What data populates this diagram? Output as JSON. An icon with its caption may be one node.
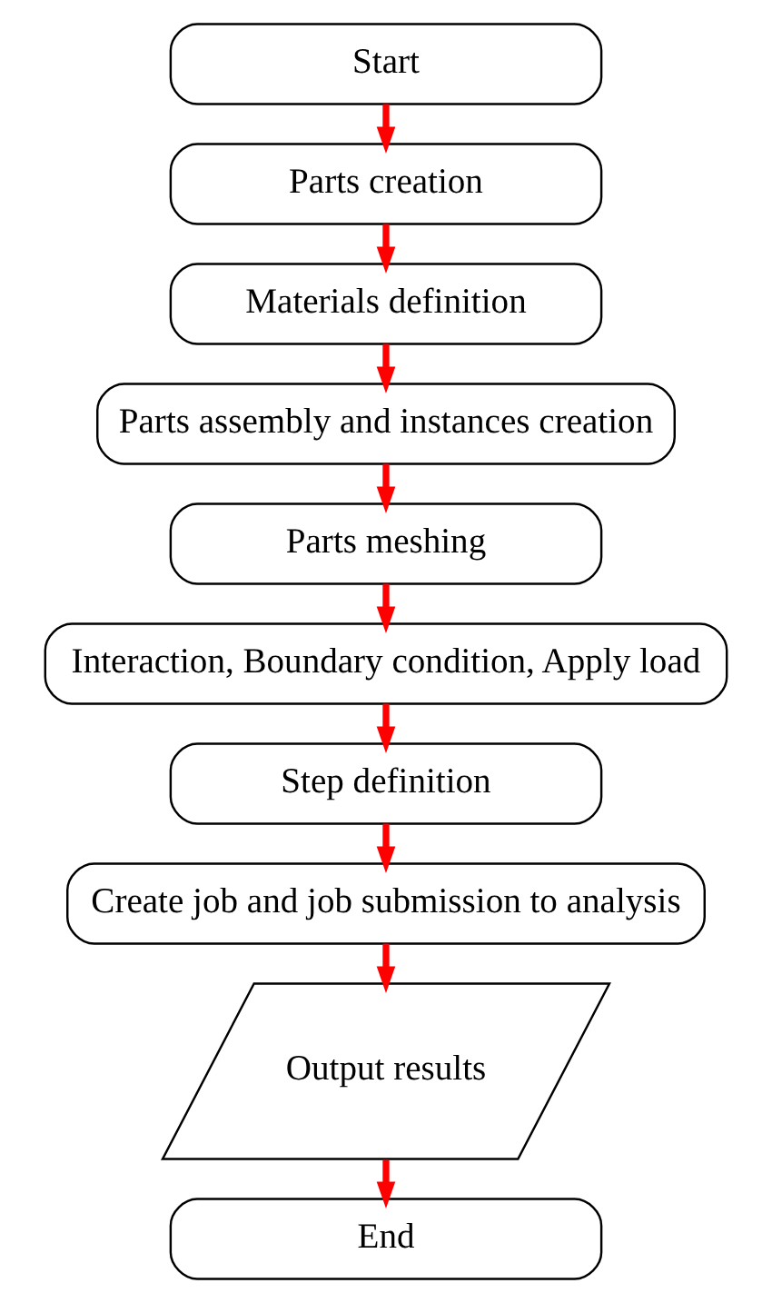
{
  "diagram": {
    "nodes": [
      {
        "text": [
          "Start"
        ]
      },
      {
        "text": [
          "Parts creation"
        ]
      },
      {
        "text": [
          "Materials definition"
        ]
      },
      {
        "text": [
          "Parts assembly and instances creation"
        ]
      },
      {
        "text": [
          "Parts meshing"
        ]
      },
      {
        "text": [
          "Interaction, Boundary condition, Apply load"
        ]
      },
      {
        "text": [
          "Step definition"
        ]
      },
      {
        "text": [
          "Create job and job submission to analysis"
        ]
      },
      {
        "text": [
          "Output results"
        ]
      },
      {
        "text": [
          "End"
        ]
      }
    ],
    "edges": [
      {
        "from": 0,
        "to": 1,
        "arrow": "to"
      },
      {
        "from": 1,
        "to": 2,
        "arrow": "to"
      },
      {
        "from": 2,
        "to": 3,
        "arrow": "to"
      },
      {
        "from": 3,
        "to": 4,
        "arrow": "to"
      },
      {
        "from": 4,
        "to": 5,
        "arrow": "to"
      },
      {
        "from": 5,
        "to": 6,
        "arrow": "to"
      },
      {
        "from": 6,
        "to": 7,
        "arrow": "to"
      },
      {
        "from": 7,
        "to": 8,
        "arrow": "to"
      },
      {
        "from": 8,
        "to": 9,
        "arrow": "to"
      }
    ]
  }
}
